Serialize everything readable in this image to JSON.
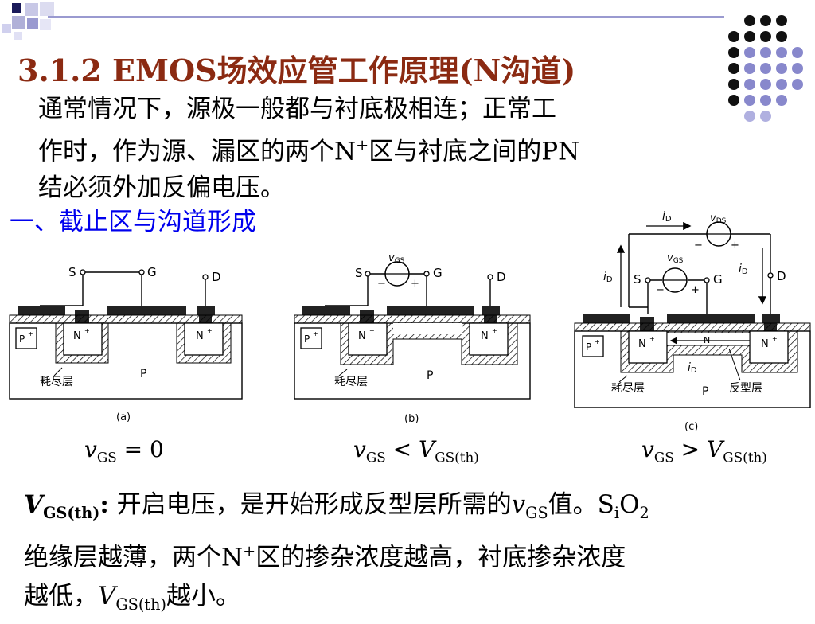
{
  "slide": {
    "title": "3.1.2   EMOS场效应管工作原理(N沟道)",
    "intro_lines": [
      "通常情况下，源极一般都与衬底极相连；正常工",
      "作时，作为源、漏区的两个N",
      "区与衬底之间的PN",
      "结必须外加反偏电压。"
    ],
    "sup_plus": "+",
    "section_heading": "一、截止区与沟道形成"
  },
  "diagrams": [
    {
      "caption": "(a)",
      "terminals": {
        "s": "S",
        "g": "G",
        "d": "D"
      },
      "regions": {
        "p_plus": "P",
        "n_plus": "N",
        "substrate": "P",
        "depletion": "耗尽层"
      },
      "condition": {
        "v": "v",
        "sub_v": "GS",
        "op": "= 0"
      }
    },
    {
      "caption": "(b)",
      "terminals": {
        "s": "S",
        "g": "G",
        "d": "D"
      },
      "source_label": "v",
      "source_sub": "GS",
      "regions": {
        "p_plus": "P",
        "n_plus": "N",
        "substrate": "P",
        "depletion": "耗尽层"
      },
      "condition": {
        "v": "v",
        "sub_v": "GS",
        "op": "<",
        "V": "V",
        "sub_V": "GS(th)"
      }
    },
    {
      "caption": "(c)",
      "terminals": {
        "s": "S",
        "g": "G",
        "d": "D"
      },
      "source_label": "v",
      "source_sub": "GS",
      "ds_label": "v",
      "ds_sub": "DS",
      "current": "i",
      "current_sub": "D",
      "channel_letter": "N",
      "regions": {
        "p_plus": "P",
        "n_plus": "N",
        "substrate": "P",
        "depletion": "耗尽层",
        "inversion": "反型层"
      },
      "condition": {
        "v": "v",
        "sub_v": "GS",
        "op": ">",
        "V": "V",
        "sub_V": "GS(th)"
      }
    }
  ],
  "bottom": {
    "line1": {
      "V": "V",
      "sub": "GS(th)",
      "colon": ":",
      "text1": " 开启电压，是开始形成反型层所需的",
      "v": "v",
      "vsub": "GS",
      "text2": "值。S",
      "i": "i",
      "O": "O",
      "two": "2"
    },
    "line2": {
      "text1": "绝缘层越薄，两个N",
      "sup": "+",
      "text2": "区的掺杂浓度越高，衬底掺杂浓度"
    },
    "line3": {
      "text1": "越低，",
      "V": "V",
      "sub": "GS(th)",
      "text2": "越小。"
    }
  },
  "colors": {
    "title": "#8b2a12",
    "heading": "#0000ee",
    "dot_dark": "#111111",
    "dot_mid": "#8888cc",
    "dot_light": "#b0b0e0"
  }
}
